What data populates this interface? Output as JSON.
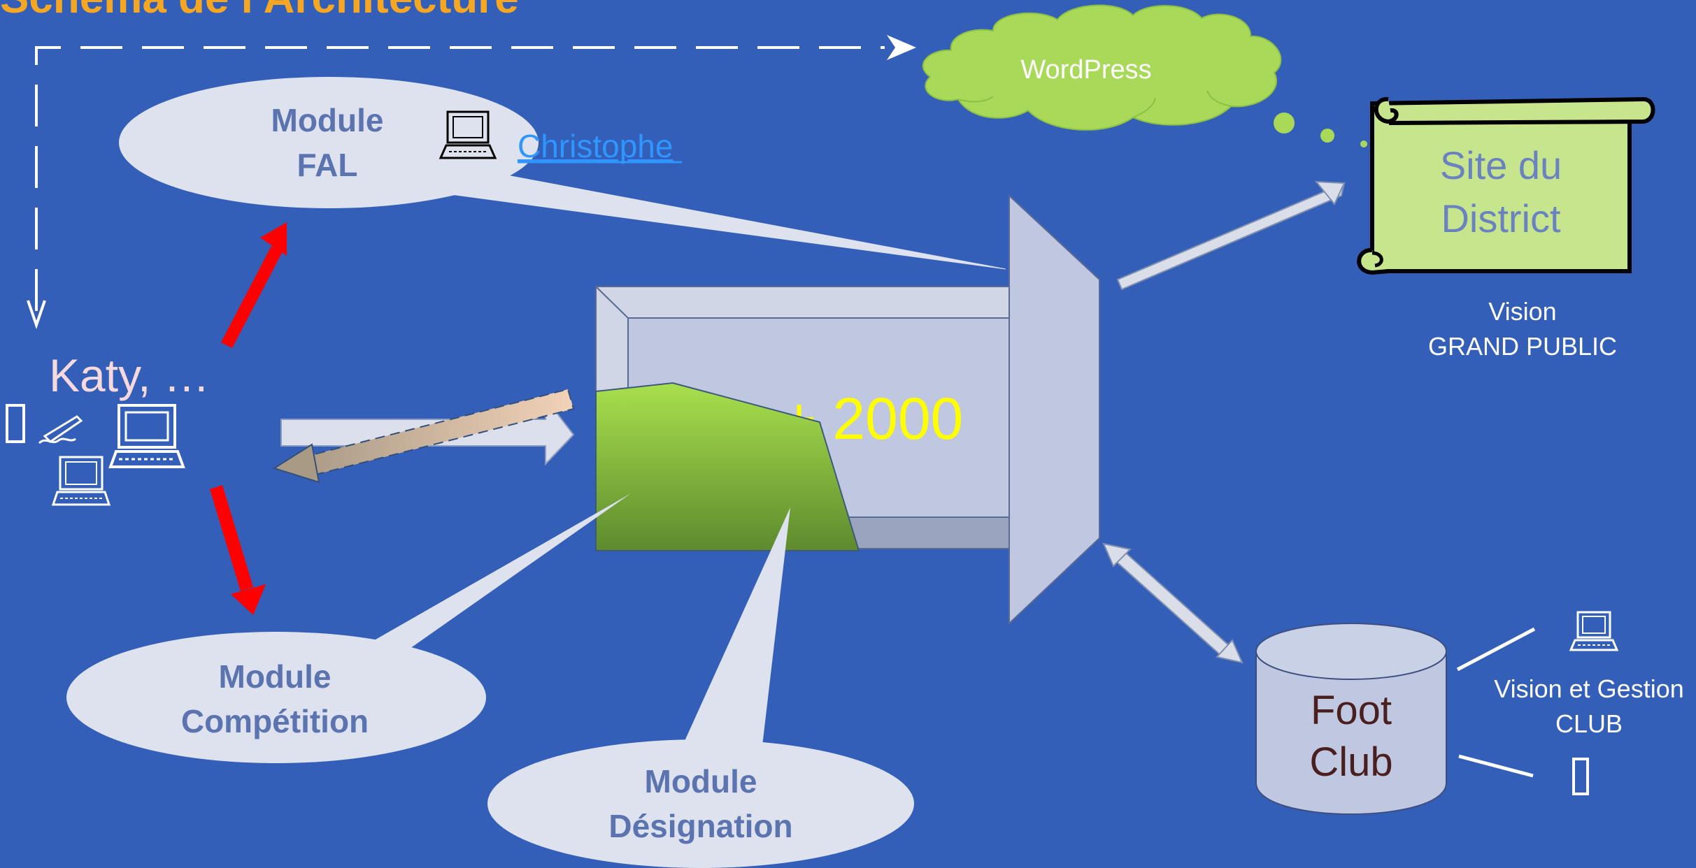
{
  "title": "Schéma de l'Architecture",
  "cloud": {
    "label": "WordPress"
  },
  "scroll": {
    "line1": "Site du",
    "line2": "District"
  },
  "public": {
    "line1": "Vision",
    "line2": "GRAND PUBLIC"
  },
  "fal": {
    "line1": "Module",
    "line2": "FAL"
  },
  "christophe": "Christophe",
  "katy": "Katy, …",
  "competition": {
    "line1": "Module",
    "line2": "Compétition"
  },
  "designation": {
    "line1": "Module",
    "line2": "Désignation"
  },
  "counter": "+ 2000",
  "db": {
    "line1": "Foot",
    "line2": "Club"
  },
  "club": {
    "line1": "Vision et Gestion",
    "line2": "CLUB"
  },
  "colors": {
    "background": "#335fb8",
    "title": "#f5a623",
    "module_text": "#5b74b0",
    "counter": "#ffff00",
    "cloud": "#a9d959",
    "scroll": "#c6e58d",
    "red_arrow": "#ff0000",
    "link": "#2f95ff"
  }
}
